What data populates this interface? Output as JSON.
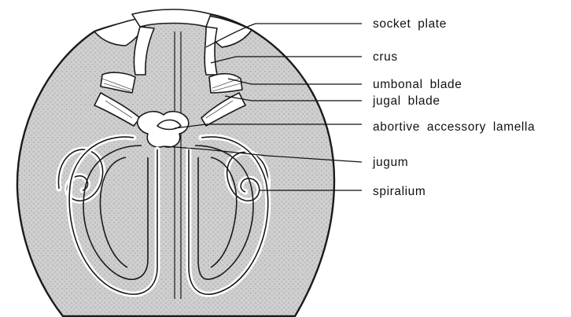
{
  "labels": {
    "socket_plate": "socket  plate",
    "crus": "crus",
    "umbonal_blade": "umbonal  blade",
    "jugal_blade": "jugal  blade",
    "abortive_accessory_lamella": "abortive  accessory  lamella",
    "jugum": "jugum",
    "spiralium": "spiralium"
  },
  "colors": {
    "shell_fill": "#cfcfcf",
    "outline": "#1a1a1a",
    "structure_fill": "#ffffff"
  }
}
